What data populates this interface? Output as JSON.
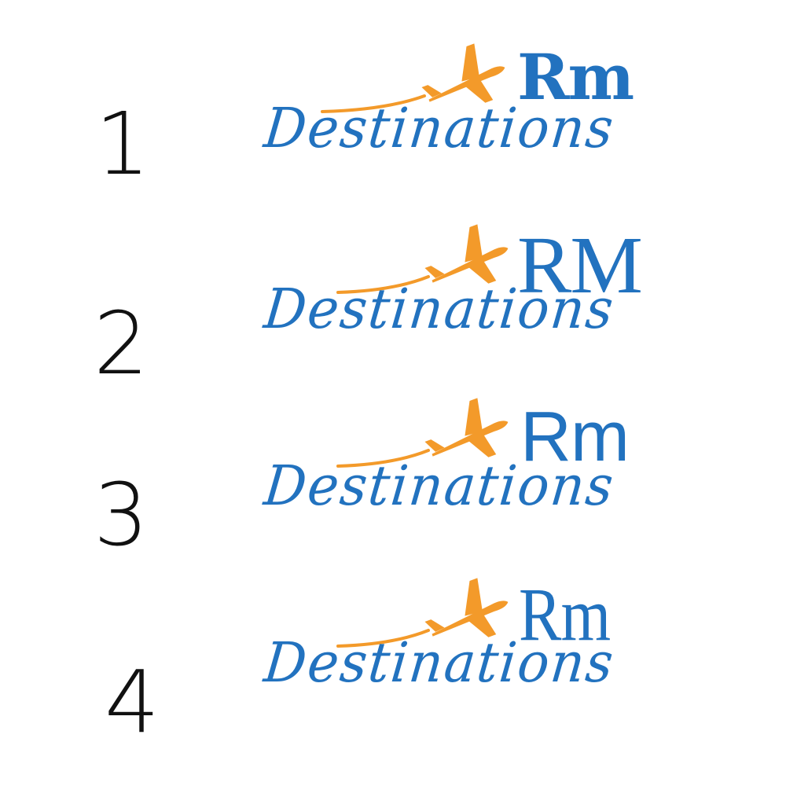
{
  "colors": {
    "brand_blue": "#2272bf",
    "plane_orange": "#f39a2a",
    "number_black": "#111111",
    "background": "#ffffff"
  },
  "icon": "airplane-icon",
  "options": [
    {
      "number": "1",
      "brand": "Rm",
      "tagline": "Destinations"
    },
    {
      "number": "2",
      "brand": "RM",
      "tagline": "Destinations"
    },
    {
      "number": "3",
      "brand": "Rm",
      "tagline": "Destinations"
    },
    {
      "number": "4",
      "brand": "Rm",
      "tagline": "Destinations"
    }
  ]
}
